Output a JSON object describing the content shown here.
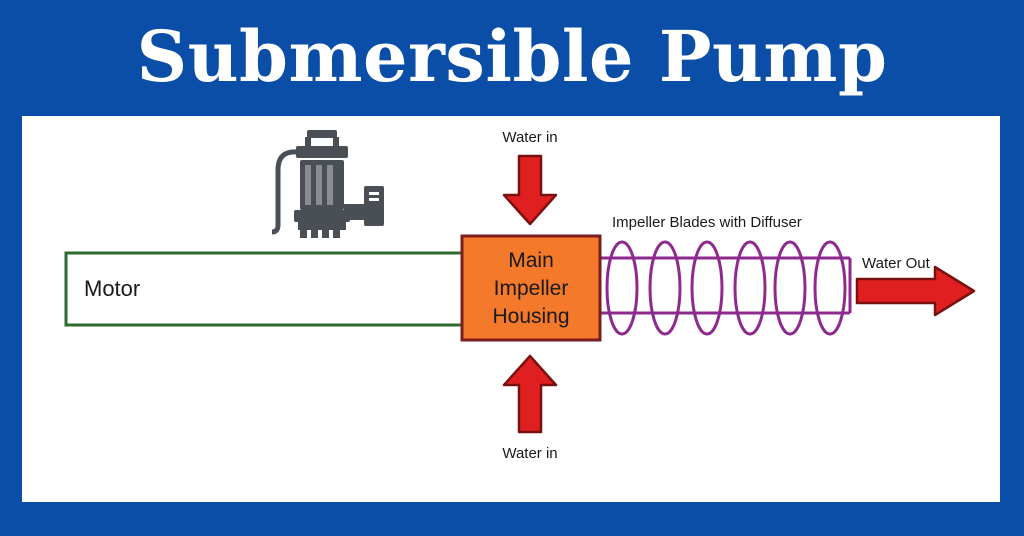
{
  "title": "Submersible Pump",
  "labels": {
    "motor": "Motor",
    "housing_line1": "Main",
    "housing_line2": "Impeller",
    "housing_line3": "Housing",
    "water_in_top": "Water in",
    "water_in_bottom": "Water in",
    "impeller_blades": "Impeller Blades with Diffuser",
    "water_out": "Water Out"
  },
  "icons": {
    "pump": "submersible-pump-icon"
  },
  "colors": {
    "background": "#0b4ea8",
    "panel": "#ffffff",
    "motor_outline": "#2e6b2e",
    "housing_fill": "#f4792a",
    "housing_border": "#7a1e1e",
    "arrow_fill": "#e02020",
    "arrow_border": "#7a1010",
    "coil": "#8e2a8e",
    "pump_icon": "#4a4f55"
  }
}
